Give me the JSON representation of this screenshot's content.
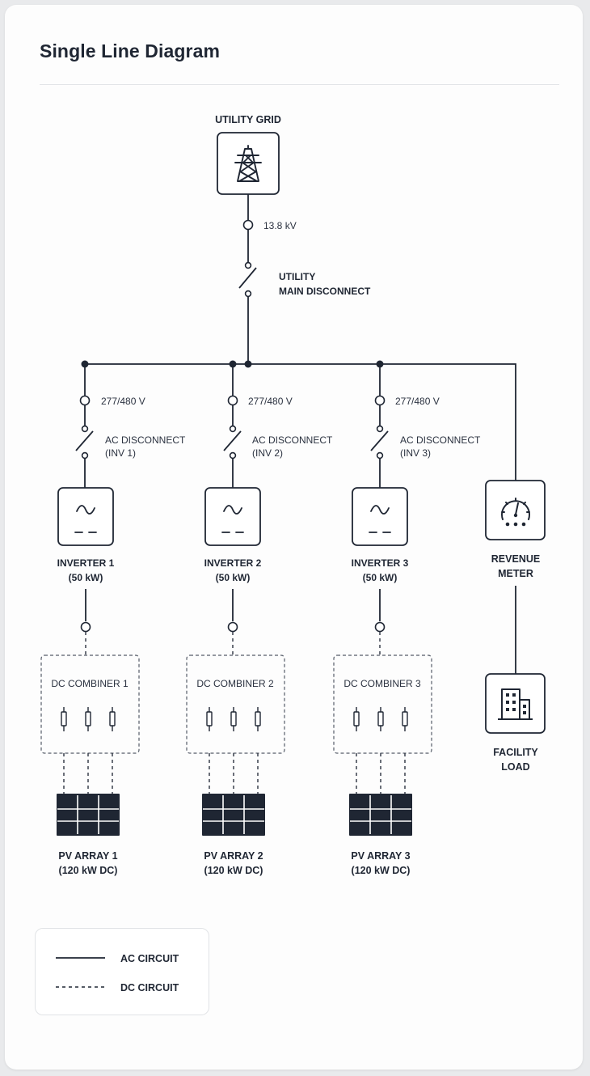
{
  "title": "Single Line Diagram",
  "utility": {
    "label": "UTILITY GRID",
    "voltage": "13.8 kV",
    "disconnect_line1": "UTILITY",
    "disconnect_line2": "MAIN DISCONNECT",
    "icon": "transmission-tower-icon"
  },
  "branches": [
    {
      "voltage": "277/480 V",
      "disconnect_line1": "AC DISCONNECT",
      "disconnect_line2": "(INV 1)",
      "inverter_line1": "INVERTER 1",
      "inverter_line2": "(50 kW)",
      "combiner": "DC COMBINER 1",
      "array_line1": "PV ARRAY 1",
      "array_line2": "(120 kW DC)"
    },
    {
      "voltage": "277/480 V",
      "disconnect_line1": "AC DISCONNECT",
      "disconnect_line2": "(INV 2)",
      "inverter_line1": "INVERTER 2",
      "inverter_line2": "(50 kW)",
      "combiner": "DC COMBINER 2",
      "array_line1": "PV ARRAY 2",
      "array_line2": "(120 kW DC)"
    },
    {
      "voltage": "277/480 V",
      "disconnect_line1": "AC DISCONNECT",
      "disconnect_line2": "(INV 3)",
      "inverter_line1": "INVERTER 3",
      "inverter_line2": "(50 kW)",
      "combiner": "DC COMBINER 3",
      "array_line1": "PV ARRAY 3",
      "array_line2": "(120 kW DC)"
    }
  ],
  "meter": {
    "line1": "REVENUE",
    "line2": "METER",
    "icon": "gauge-icon"
  },
  "load": {
    "line1": "FACILITY",
    "line2": "LOAD",
    "icon": "building-icon"
  },
  "legend": {
    "ac": "AC CIRCUIT",
    "dc": "DC CIRCUIT"
  },
  "colors": {
    "ink": "#1f2633",
    "card": "#fdfdfd",
    "background": "#e9eaec"
  }
}
